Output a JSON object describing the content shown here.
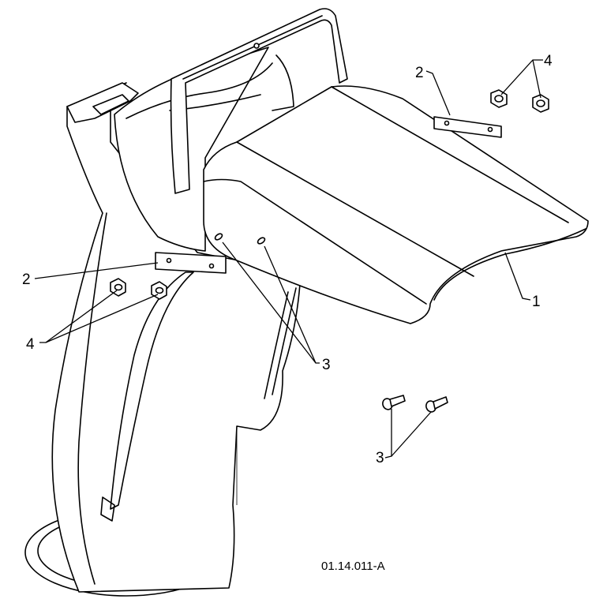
{
  "callouts": {
    "c1": "1",
    "c2_top": "2",
    "c2_left": "2",
    "c3_mid": "3",
    "c3_low": "3",
    "c4_top": "4",
    "c4_left": "4"
  },
  "reference_code": "01.14.011-A"
}
